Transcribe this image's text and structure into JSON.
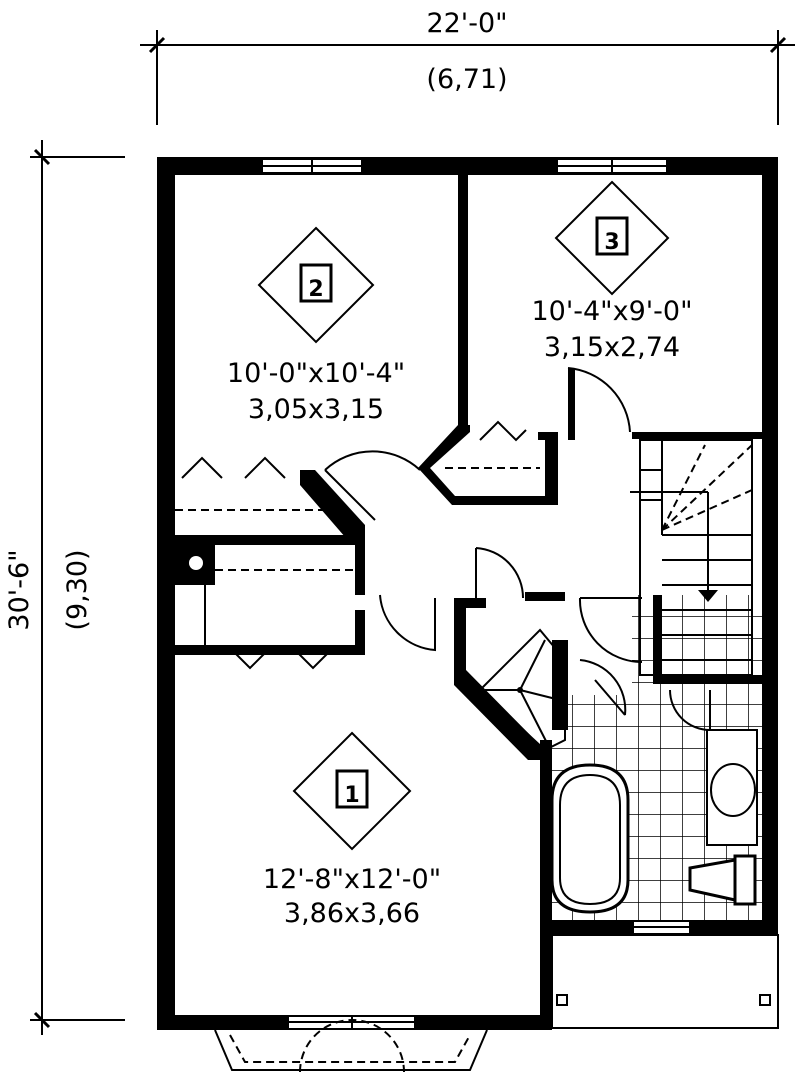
{
  "dimensions": {
    "width_imperial": "22'-0\"",
    "width_metric": "(6,71)",
    "depth_imperial": "30'-6\"",
    "depth_metric": "(9,30)"
  },
  "rooms": [
    {
      "number": "1",
      "size_imperial": "12'-8\"x12'-0\"",
      "size_metric": "3,86x3,66"
    },
    {
      "number": "2",
      "size_imperial": "10'-0\"x10'-4\"",
      "size_metric": "3,05x3,15"
    },
    {
      "number": "3",
      "size_imperial": "10'-4\"x9'-0\"",
      "size_metric": "3,15x2,74"
    }
  ],
  "colors": {
    "wall": "#000000",
    "background": "#ffffff"
  }
}
